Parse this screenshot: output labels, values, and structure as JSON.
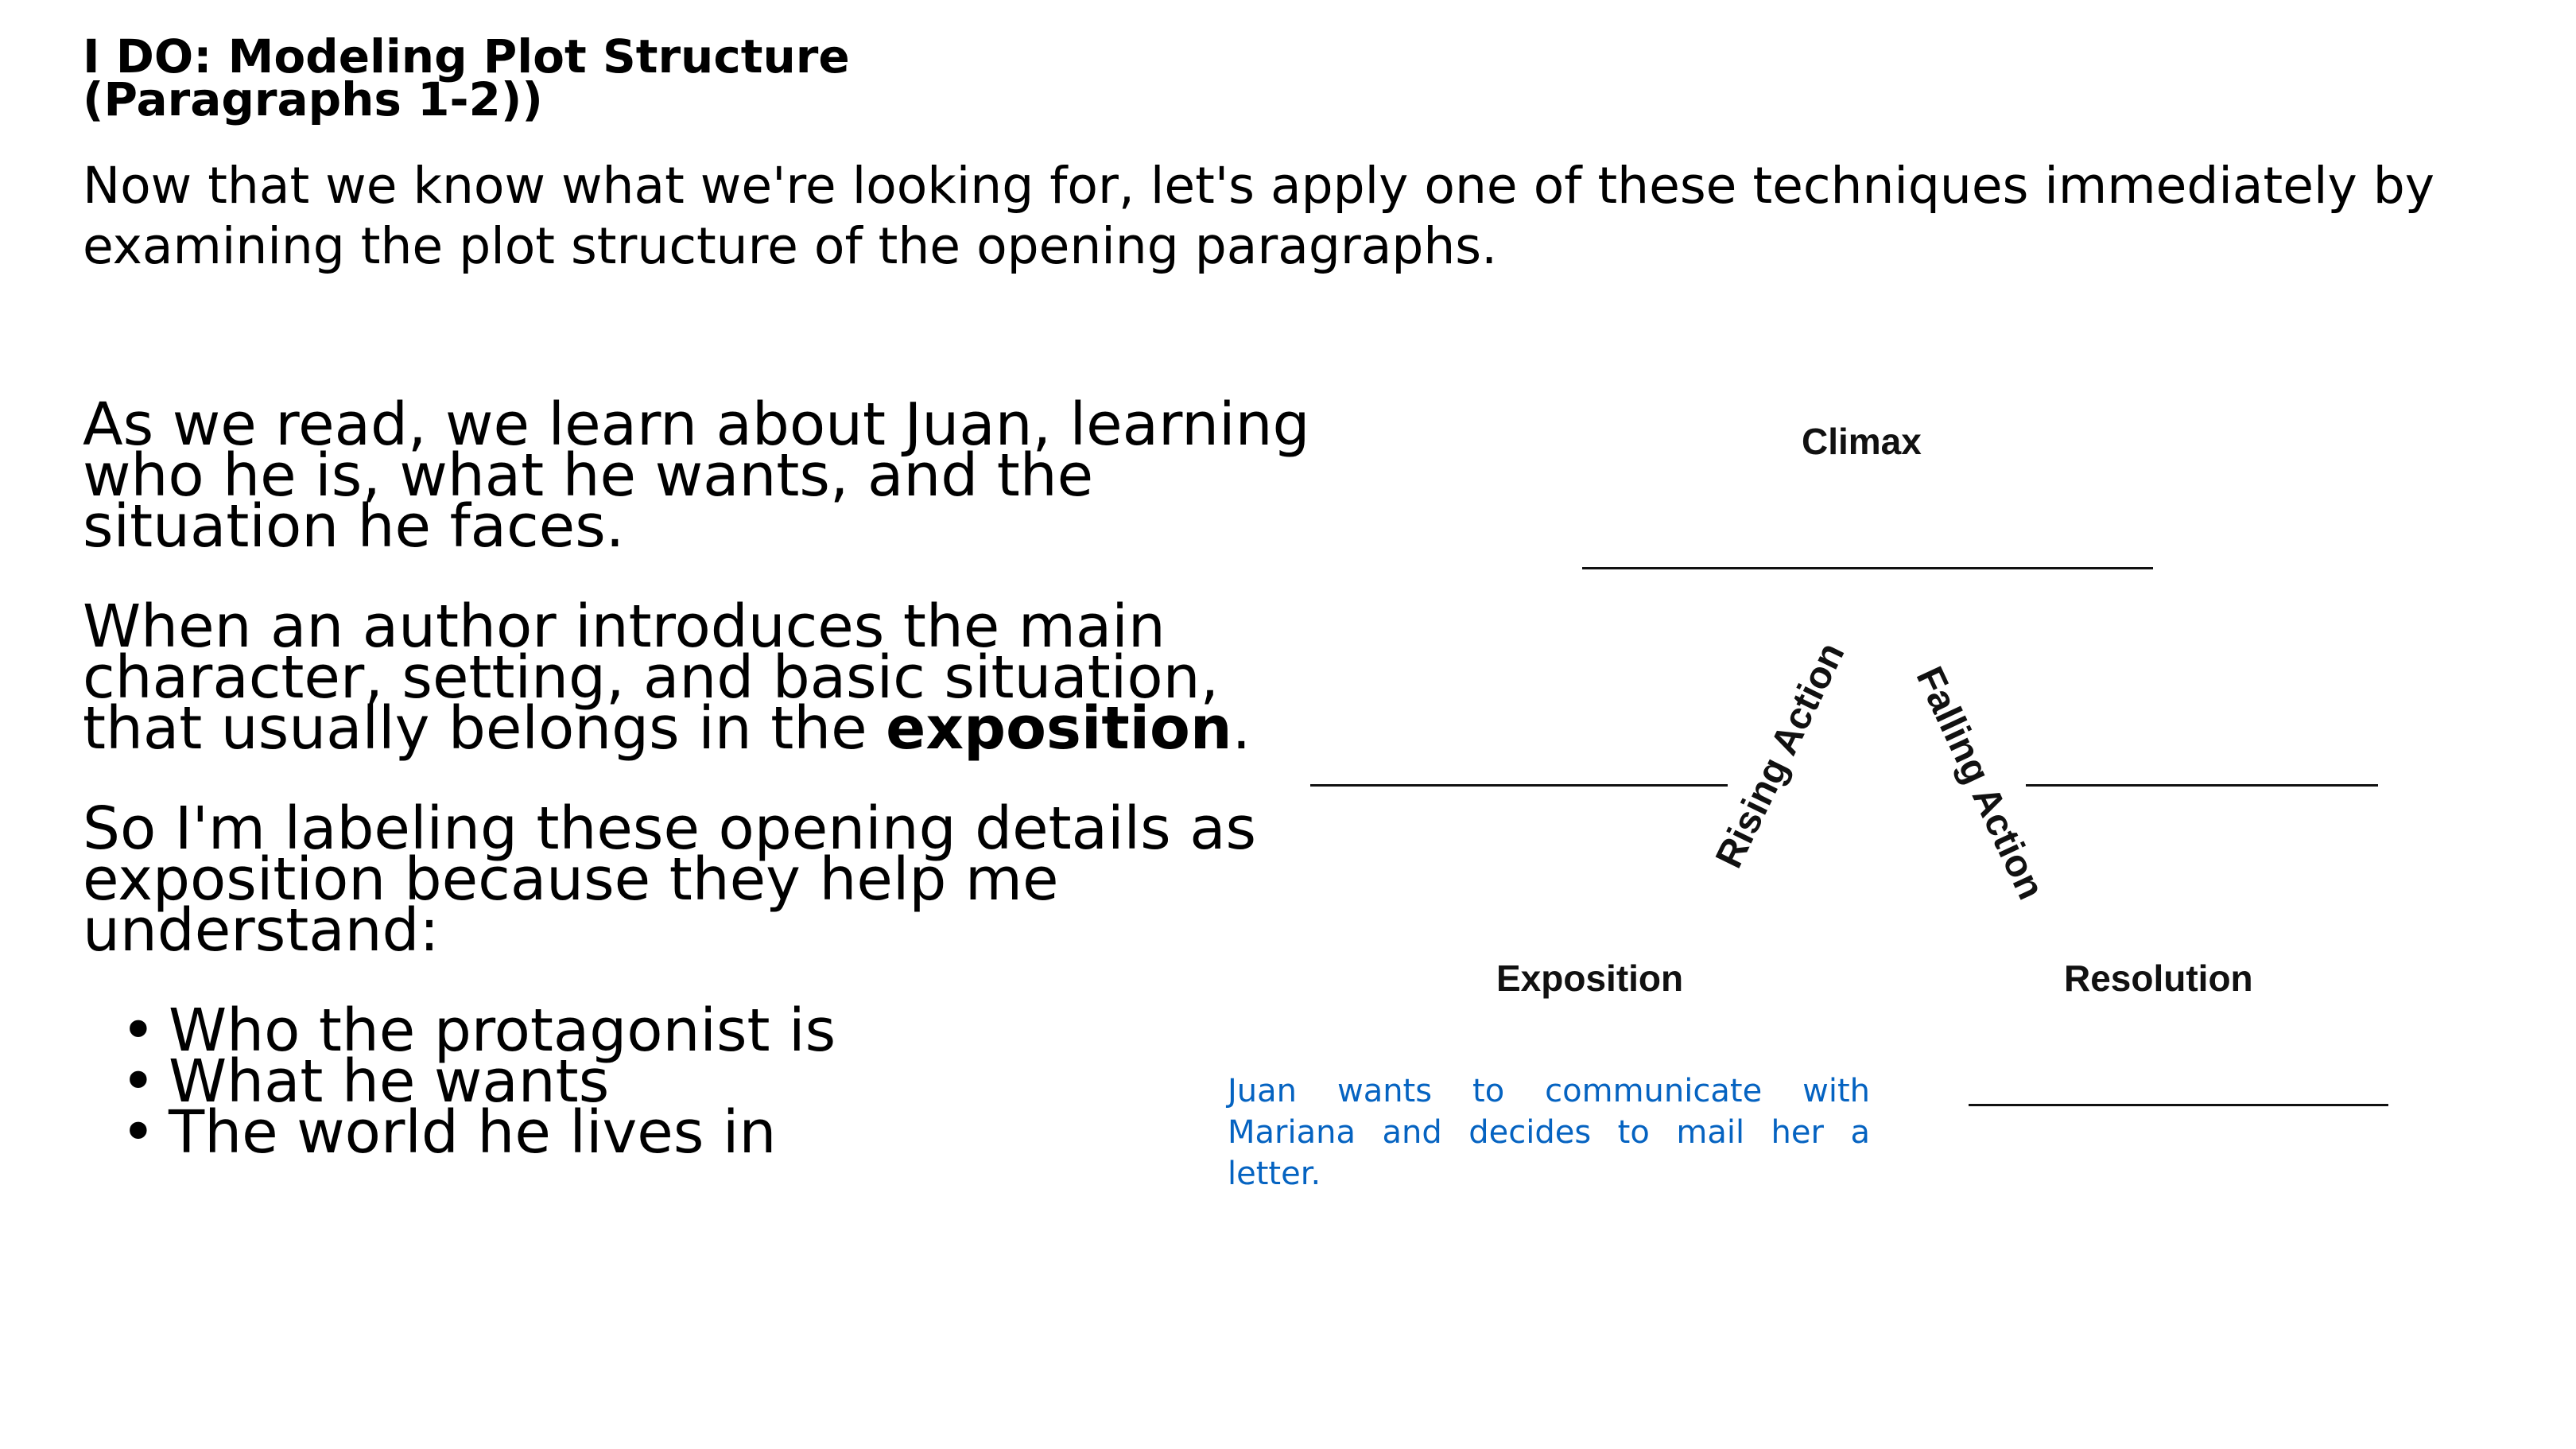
{
  "header": {
    "title_line1": "I DO: Modeling Plot Structure",
    "title_line2": "(Paragraphs 1-2))",
    "intro": "Now that we know what we're looking for, let's apply one of these techniques immediately by examining the plot structure of the opening paragraphs."
  },
  "body": {
    "para1": "As we read, we learn about Juan, learning who he is, what he wants, and the situation he faces.",
    "para2_before": "When an author introduces the main character, setting, and basic situation, that usually belongs in the ",
    "para2_bold": "exposition",
    "para2_after": ".",
    "para3": "So I'm labeling these opening details as exposition because they help me understand:",
    "bullet_char": "•",
    "bullets": [
      "Who the protagonist is",
      "What he wants",
      "The world he lives in"
    ]
  },
  "diagram": {
    "climax": "Climax",
    "rising_action": "Rising Action",
    "falling_action": "Falling Action",
    "exposition": "Exposition",
    "resolution": "Resolution",
    "exposition_answer": "Juan wants to communicate with Mariana and decides to mail her a letter.",
    "answer_color": "#0563c1"
  }
}
